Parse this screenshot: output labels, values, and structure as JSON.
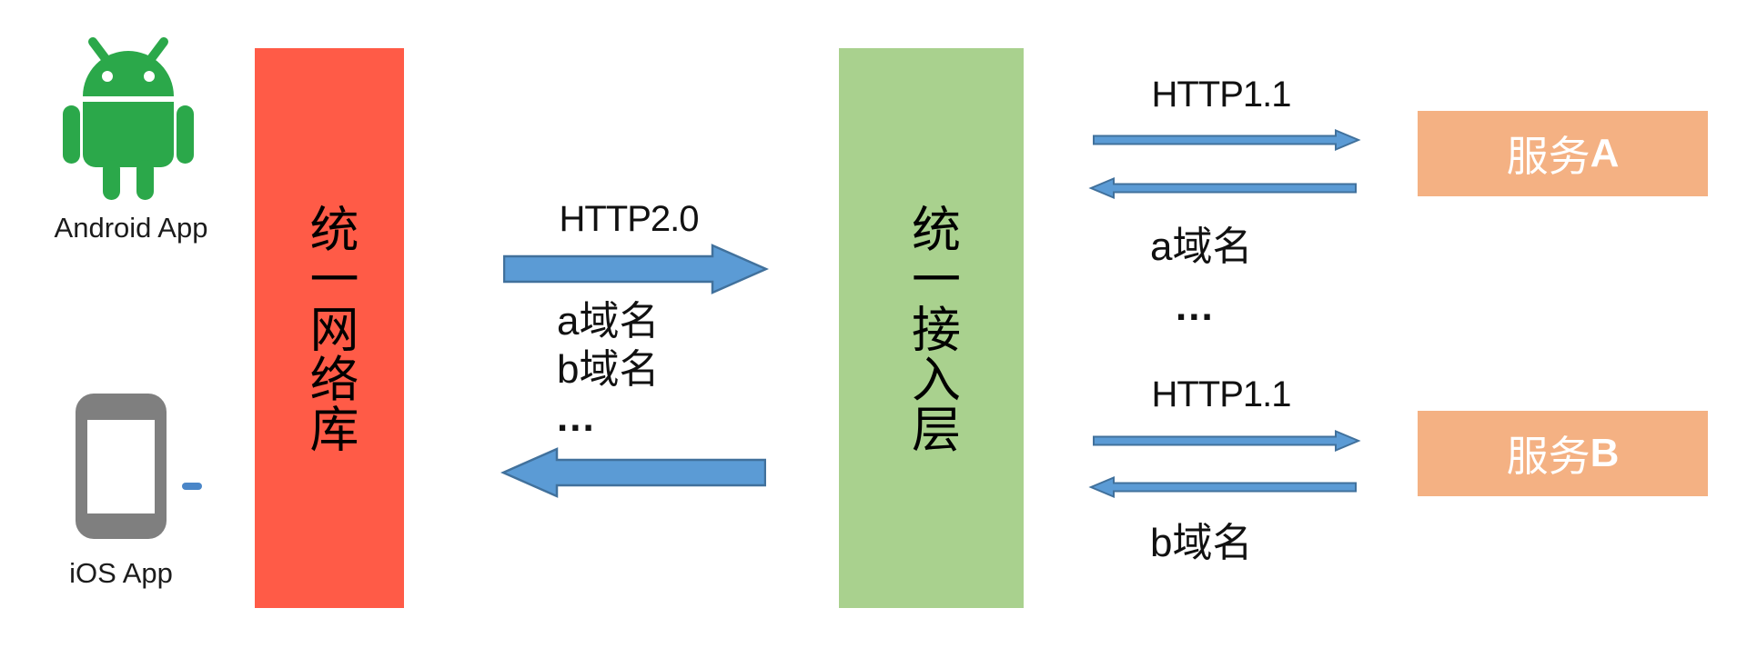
{
  "diagram": {
    "clients": {
      "android": {
        "label": "Android App",
        "icon": "android-robot-icon"
      },
      "ios": {
        "label": "iOS App",
        "icon": "smartphone-icon"
      }
    },
    "unified_network_lib": {
      "label": "统一网络库"
    },
    "unified_access_layer": {
      "label": "统一接入层"
    },
    "client_link": {
      "protocol": "HTTP2.0",
      "domain_a": "a域名",
      "domain_b": "b域名",
      "ellipsis": "..."
    },
    "service_a_link": {
      "protocol": "HTTP1.1",
      "domain": "a域名",
      "ellipsis": "..."
    },
    "service_b_link": {
      "protocol": "HTTP1.1",
      "domain": "b域名"
    },
    "service_a": {
      "name": "服务",
      "letter": "A"
    },
    "service_b": {
      "name": "服务",
      "letter": "B"
    },
    "colors": {
      "network_lib_bar": "#ff5b47",
      "access_layer_bar": "#a9d18e",
      "service_box": "#f4b183",
      "arrow_fill": "#5b9bd5",
      "arrow_border": "#41719c",
      "android_green": "#2ba84a",
      "ios_gray": "#7f7f7f",
      "ios_dash_blue": "#4a86c8"
    }
  }
}
